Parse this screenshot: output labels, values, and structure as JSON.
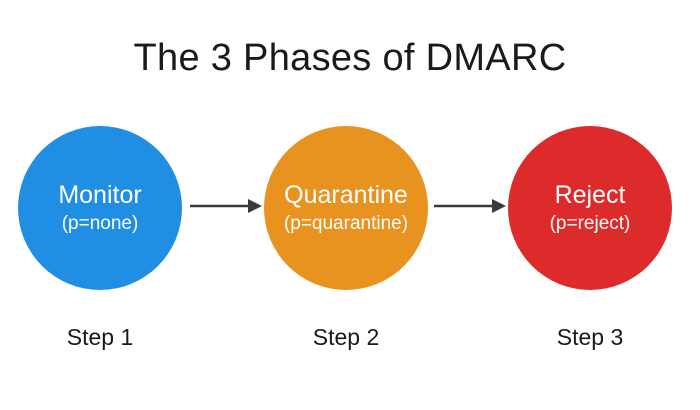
{
  "title": "The 3 Phases of DMARC",
  "colors": {
    "monitor": "#1f8ee3",
    "quarantine": "#e8921f",
    "reject": "#dd2b2b",
    "arrow": "#3a3a3a"
  },
  "phases": [
    {
      "name": "Monitor",
      "param": "(p=none)",
      "step": "Step 1",
      "color": "#1f8ee3"
    },
    {
      "name": "Quarantine",
      "param": "(p=quarantine)",
      "step": "Step 2",
      "color": "#e8921f"
    },
    {
      "name": "Reject",
      "param": "(p=reject)",
      "step": "Step 3",
      "color": "#dd2b2b"
    }
  ],
  "connectors": [
    {
      "from": "Monitor",
      "to": "Quarantine",
      "icon": "arrow-right-icon"
    },
    {
      "from": "Quarantine",
      "to": "Reject",
      "icon": "arrow-right-icon"
    }
  ]
}
